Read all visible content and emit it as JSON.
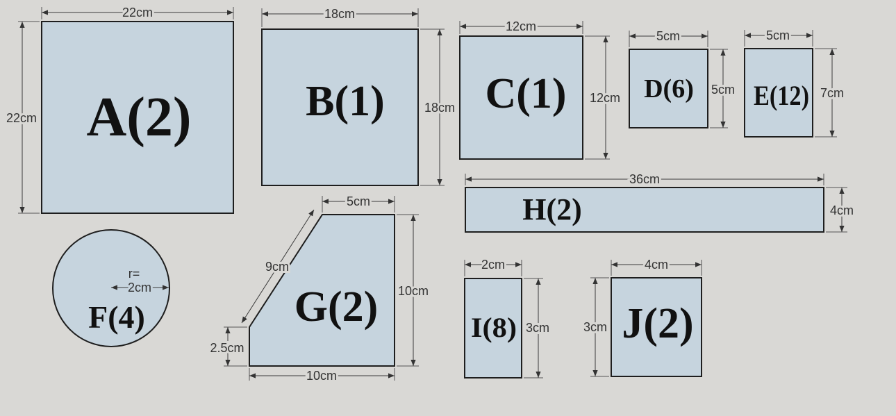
{
  "pieces": {
    "A": {
      "label": "A(2)",
      "width": "22cm",
      "height": "22cm"
    },
    "B": {
      "label": "B(1)",
      "width": "18cm",
      "height": "18cm"
    },
    "C": {
      "label": "C(1)",
      "width": "12cm",
      "height": "12cm"
    },
    "D": {
      "label": "D(6)",
      "width": "5cm",
      "height": "5cm"
    },
    "E": {
      "label": "E(12)",
      "width": "5cm",
      "height": "7cm"
    },
    "F": {
      "label": "F(4)",
      "radius_prefix": "r=",
      "radius": "2cm"
    },
    "G": {
      "label": "G(2)",
      "top_width": "5cm",
      "slant": "9cm",
      "height": "10cm",
      "short_side": "2.5cm",
      "bottom_width": "10cm"
    },
    "H": {
      "label": "H(2)",
      "width": "36cm",
      "height": "4cm"
    },
    "I": {
      "label": "I(8)",
      "width": "2cm",
      "height": "3cm"
    },
    "J": {
      "label": "J(2)",
      "width": "4cm",
      "height": "3cm"
    }
  },
  "colors": {
    "piece_fill": "#c6d4de",
    "background": "#d9d8d5"
  }
}
